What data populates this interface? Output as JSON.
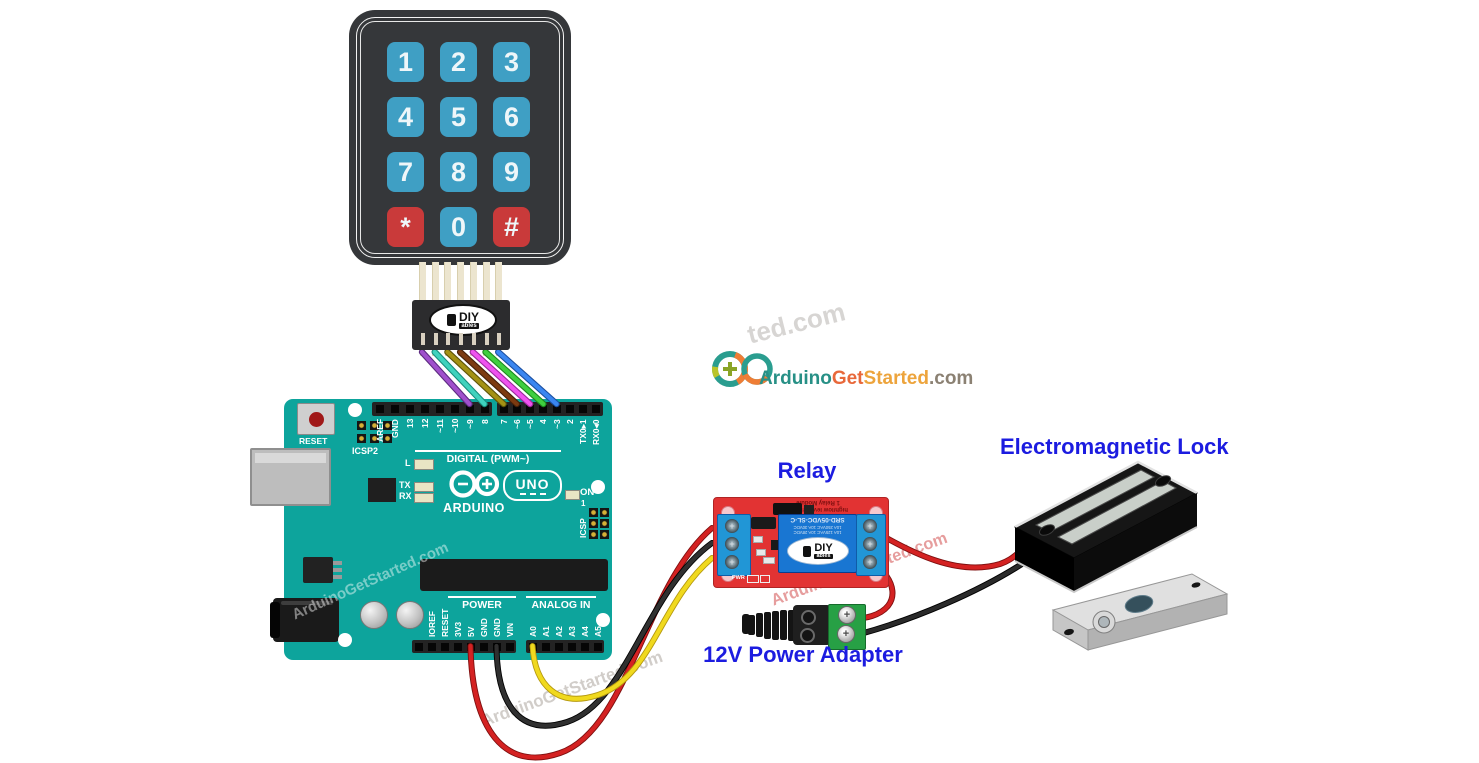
{
  "watermark": {
    "text": "ArduinoGetStarted.com",
    "tail_fragment": "ted.com"
  },
  "brand": {
    "arduino": "Arduino",
    "get": "Get",
    "started": "Started",
    "domain": ".com",
    "arduino_color": "#279086",
    "get_color": "#e8683a",
    "started_color": "#eda43c",
    "domain_color": "#8b8173"
  },
  "keypad": {
    "rows": [
      [
        "1",
        "2",
        "3"
      ],
      [
        "4",
        "5",
        "6"
      ],
      [
        "7",
        "8",
        "9"
      ],
      [
        "*",
        "0",
        "#"
      ]
    ],
    "special_keys": [
      "*",
      "#"
    ],
    "key_color": "#3f9fc4",
    "special_key_color": "#c93a3a"
  },
  "connector": {
    "brand": "DIY",
    "brand_sub": "ables"
  },
  "keypad_wires": [
    {
      "name": "purple",
      "color": "#a050cc",
      "edge": "#5c2a80",
      "to_pin": "9"
    },
    {
      "name": "cyan",
      "color": "#3fd2bd",
      "edge": "#178f7d",
      "to_pin": "8"
    },
    {
      "name": "olive",
      "color": "#a39114",
      "edge": "#5e540a",
      "to_pin": "7"
    },
    {
      "name": "brown",
      "color": "#7c3a10",
      "edge": "#45200a",
      "to_pin": "6"
    },
    {
      "name": "magenta",
      "color": "#ef52ef",
      "edge": "#9c2a9c",
      "to_pin": "5"
    },
    {
      "name": "green",
      "color": "#3fcf3f",
      "edge": "#1d8a1d",
      "to_pin": "4"
    },
    {
      "name": "blue",
      "color": "#3a86f0",
      "edge": "#1b4fa0",
      "to_pin": "3"
    }
  ],
  "arduino": {
    "board_color": "#0da49c",
    "reset_label": "RESET",
    "icsp2_label": "ICSP2",
    "icsp_label": "ICSP",
    "icsp_pin1": "1",
    "digital_labels_left": [
      "AREF",
      "GND",
      "13",
      "12",
      "~11",
      "~10",
      "~9",
      "8"
    ],
    "digital_labels_right": [
      "7",
      "~6",
      "~5",
      "4",
      "~3",
      "2",
      "TX0▸1",
      "RX0◂0"
    ],
    "digital_section": "DIGITAL (PWM~)",
    "led_l": "L",
    "led_tx": "TX",
    "led_rx": "RX",
    "on_label": "ON",
    "brand": "ARDUINO",
    "model": "UNO",
    "power_labels": [
      "IOREF",
      "RESET",
      "3V3",
      "5V",
      "GND",
      "GND",
      "VIN"
    ],
    "power_section": "POWER",
    "analog_labels": [
      "A0",
      "A1",
      "A2",
      "A3",
      "A4",
      "A5"
    ],
    "analog_section": "ANALOG IN"
  },
  "arduino_wires": [
    {
      "name": "red",
      "from_pin": "5V",
      "color": "#d42222",
      "edge": "#7e0f0f"
    },
    {
      "name": "black",
      "from_pin": "GND",
      "color": "#303030",
      "edge": "#000000"
    },
    {
      "name": "yellow",
      "from_pin": "A0",
      "color": "#f0d91e",
      "edge": "#b5990f"
    }
  ],
  "relay": {
    "label": "Relay",
    "label_color": "#1c1ce0",
    "pcb_color": "#e23333",
    "silk_line1": "1 Relay Module",
    "silk_line2": "high/low level trigger",
    "model": "SRD-05VDC-SL-C",
    "rating_line1": "10A 250VAC 10A 30VDC",
    "rating_line2": "10A 125VAC 10A 28VDC",
    "pwr_label": "PWR",
    "brand": "DIY",
    "brand_sub": "ables"
  },
  "relay_wires": [
    {
      "name": "red-relay-to-lock",
      "color": "#d42222",
      "edge": "#7e0f0f"
    },
    {
      "name": "red-relay-to-adapter",
      "color": "#d42222",
      "edge": "#7e0f0f"
    },
    {
      "name": "black-adapter-to-lock",
      "color": "#2a2a2a",
      "edge": "#000000"
    }
  ],
  "power_adapter": {
    "label": "12V Power Adapter"
  },
  "lock": {
    "label": "Electromagnetic Lock"
  }
}
